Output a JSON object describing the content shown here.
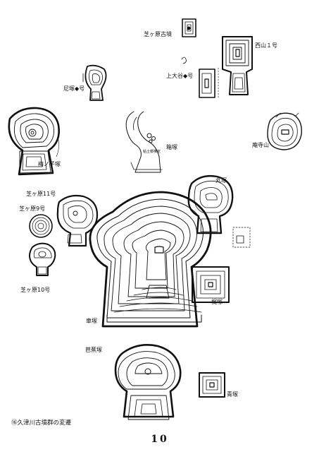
{
  "labels": {
    "shibagahara_kofun": "芝ヶ原古墳",
    "nishiyama1": "西山１号",
    "kamiootani": "上大谷◆号",
    "amatsuka": "尼塚◆号",
    "umenokozuka": "梅ノ子塚",
    "hakozuka": "箱塚",
    "anjiyama": "庵寺山",
    "nendo_kaku": "粘土槨推定",
    "marutsuka": "丸塚",
    "shibagahara11": "芝ヶ原11号",
    "shibagahara9": "芝ヶ原9号",
    "shibagahara10": "芝ヶ原10号",
    "kurumazuka": "車塚",
    "kajizuka": "梶塚",
    "bashozuka": "芭蕉塚",
    "aozuka": "青塚"
  },
  "caption": "⑯久津川古墳群の変遷",
  "page_number": "10"
}
